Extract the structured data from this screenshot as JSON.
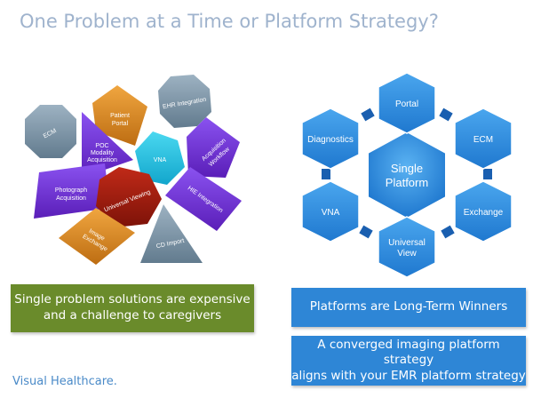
{
  "title": "One Problem at a Time or Platform Strategy?",
  "left_diagram": {
    "shapes": {
      "ecm": "ECM",
      "patient_portal_1": "Patient",
      "patient_portal_2": "Portal",
      "ehr_integration": "EHR Integration",
      "poc_1": "POC",
      "poc_2": "Modality",
      "poc_3": "Acquisition",
      "vna": "VNA",
      "acq_workflow_1": "Acquisition",
      "acq_workflow_2": "Workflow",
      "photo_1": "Photograph",
      "photo_2": "Acquisition",
      "universal_viewing": "Universal Viewing",
      "hie_integration": "HIE Integration",
      "image_exchange_1": "Image",
      "image_exchange_2": "Exchange",
      "cd_import": "CD Import"
    },
    "colors": {
      "gray": "#7a93a6",
      "orange": "#d7861f",
      "purple": "#6a2ecf",
      "cyan": "#1ec1e0",
      "red": "#a01c0f"
    }
  },
  "right_diagram": {
    "center_1": "Single",
    "center_2": "Platform",
    "hexagons": {
      "portal": "Portal",
      "diagnostics": "Diagnostics",
      "ecm": "ECM",
      "vna": "VNA",
      "exchange": "Exchange",
      "universal_view_1": "Universal",
      "universal_view_2": "View"
    },
    "colors": {
      "hex": "#2f8fe0",
      "connector": "#1a5fb0"
    }
  },
  "boxes": {
    "green_1": "Single problem solutions are expensive",
    "green_2": "and a challenge to caregivers",
    "blue_1": "Platforms are Long-Term Winners",
    "blue2_1": "A converged imaging platform strategy",
    "blue2_2": "aligns with your EMR platform strategy"
  },
  "footer": "Visual Healthcare."
}
